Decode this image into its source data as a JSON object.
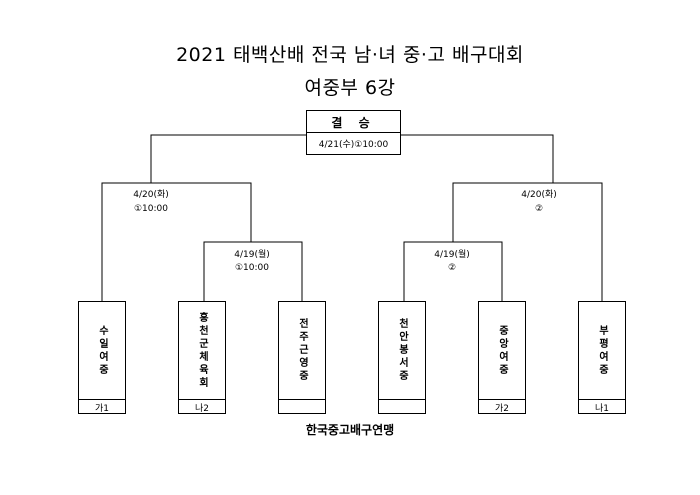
{
  "title": "2021 태백산배 전국 남·녀 중·고 배구대회",
  "subtitle": "여중부 6강",
  "final": {
    "label": "결 승",
    "schedule": "4/21(수)①10:00"
  },
  "semifinals": [
    {
      "date": "4/20(화)",
      "slot": "①10:00"
    },
    {
      "date": "4/20(화)",
      "slot": "②"
    }
  ],
  "quarterfinals": [
    {
      "date": "4/19(월)",
      "slot": "①10:00"
    },
    {
      "date": "4/19(월)",
      "slot": "②"
    }
  ],
  "teams": [
    {
      "name": "수일여중",
      "seed": "가1"
    },
    {
      "name": "홍천군체육회",
      "seed": "나2"
    },
    {
      "name": "전주근영중",
      "seed": ""
    },
    {
      "name": "천안봉서중",
      "seed": ""
    },
    {
      "name": "중앙여중",
      "seed": "가2"
    },
    {
      "name": "부평여중",
      "seed": "나1"
    }
  ],
  "footer": "한국중고배구연맹"
}
